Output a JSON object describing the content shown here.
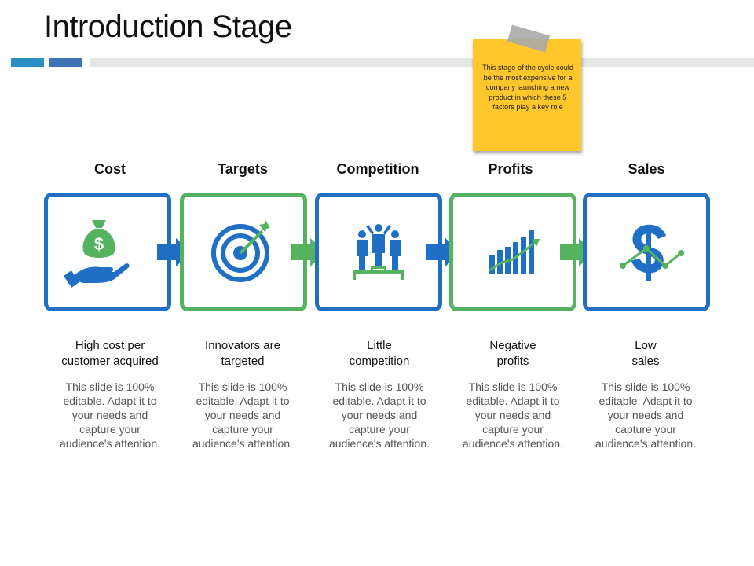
{
  "slide": {
    "title": "Introduction Stage",
    "note": "This stage of the cycle could be the most expensive for a company launching a new product in which these 5 factors play a key role"
  },
  "stages": [
    {
      "title": "Cost",
      "subtitle": "High cost per\ncustomer acquired",
      "description": "This slide is 100%\neditable. Adapt it to\nyour needs and\ncapture your\naudience's attention.",
      "icon": "money-bag-hand-icon",
      "color": "#1f6fc4"
    },
    {
      "title": "Targets",
      "subtitle": "Innovators are\ntargeted",
      "description": "This slide is 100%\neditable. Adapt it to\nyour needs and\ncapture your\naudience's attention.",
      "icon": "target-icon",
      "color": "#55b25e"
    },
    {
      "title": "Competition",
      "subtitle": "Little\ncompetition",
      "description": "This slide is 100%\neditable. Adapt it to\nyour needs and\ncapture your\naudience's attention.",
      "icon": "podium-people-icon",
      "color": "#1f6fc4"
    },
    {
      "title": "Profits",
      "subtitle": "Negative\nprofits",
      "description": "This slide is 100%\neditable. Adapt it to\nyour needs and\ncapture your\naudience's attention.",
      "icon": "bar-chart-growth-icon",
      "color": "#55b25e"
    },
    {
      "title": "Sales",
      "subtitle": "Low\nsales",
      "description": "This slide is 100%\neditable. Adapt it to\nyour needs and\ncapture your\naudience's attention.",
      "icon": "dollar-trend-icon",
      "color": "#1f6fc4"
    }
  ],
  "colors": {
    "blue": "#1f6fc4",
    "green": "#55b25e",
    "note_yellow": "#ffc72c"
  }
}
